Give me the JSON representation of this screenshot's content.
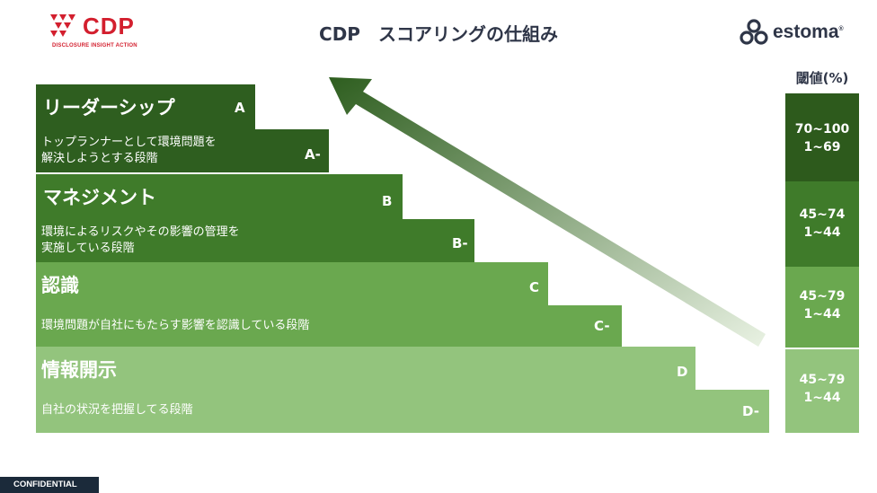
{
  "header": {
    "cdp_logo": {
      "name": "CDP",
      "tagline": "DISCLOSURE INSIGHT ACTION",
      "color": "#d31f2e"
    },
    "title": "CDP　スコアリングの仕組み",
    "estoma_logo": {
      "name": "estoma",
      "mark": "®"
    },
    "threshold_header": "閾値(%)"
  },
  "levels": [
    {
      "name": "リーダーシップ",
      "grade": "A",
      "desc": "トップランナーとして環境問題を解決しようとする段階",
      "desc_line1": "トップランナーとして環境問題を",
      "desc_line2": "解決しようとする段階",
      "sub_grade": "A-",
      "color_main": "#2e5e1f",
      "color_sub": "#2e5e1f"
    },
    {
      "name": "マネジメント",
      "grade": "B",
      "desc_line1": "環境によるリスクやその影響の管理を",
      "desc_line2": "実施している段階",
      "sub_grade": "B-",
      "color_main": "#3f7b2a",
      "color_sub": "#3f7b2a"
    },
    {
      "name": "認識",
      "grade": "C",
      "desc_line1": "環境問題が自社にもたらす影響を認識している段階",
      "sub_grade": "C-",
      "color_main": "#6aa84f",
      "color_sub": "#6aa84f"
    },
    {
      "name": "情報開示",
      "grade": "D",
      "desc_line1": "自社の状況を把握してる段階",
      "sub_grade": "D-",
      "color_main": "#93c47d",
      "color_sub": "#93c47d"
    }
  ],
  "thresholds": [
    {
      "line1": "70~100",
      "line2": "1~69",
      "color": "#2d5a1c"
    },
    {
      "line1": "45~74",
      "line2": "1~44",
      "color": "#3f7b2a"
    },
    {
      "line1": "45~79",
      "line2": "1~44",
      "color": "#6aa84f"
    },
    {
      "line1": "45~79",
      "line2": "1~44",
      "color": "#93c47d"
    }
  ],
  "arrow": {
    "icon": "up-left-arrow-icon",
    "color_start": "#2e5e1f",
    "color_end": "#e9f2e3"
  },
  "footer": {
    "confidential": "CONFIDENTIAL"
  }
}
